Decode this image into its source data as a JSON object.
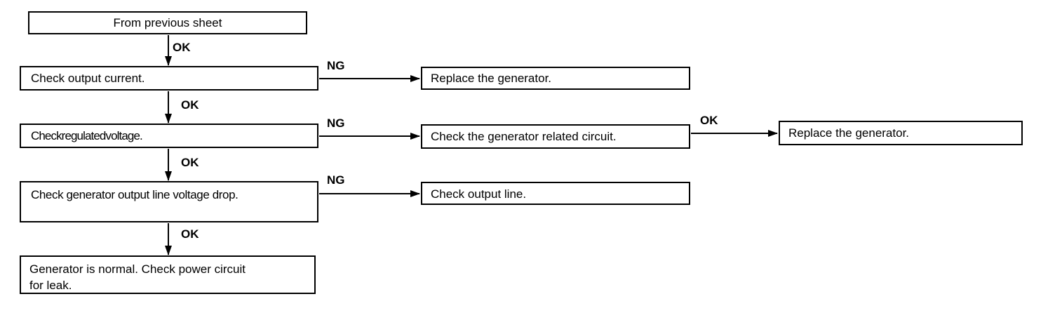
{
  "steps": {
    "start": "From previous sheet",
    "check_current": "Check output current.",
    "check_regulated": "Checkregulatedvoltage.",
    "check_drop": "Check generator output line voltage drop.",
    "normal_line1": "Generator is normal. Check power circuit",
    "normal_line2": "for leak.",
    "replace_generator_1": "Replace the generator.",
    "check_related": "Check the generator related circuit.",
    "check_line": "Check output line.",
    "replace_generator_2": "Replace the generator."
  },
  "labels": {
    "ok": "OK",
    "ng": "NG"
  }
}
